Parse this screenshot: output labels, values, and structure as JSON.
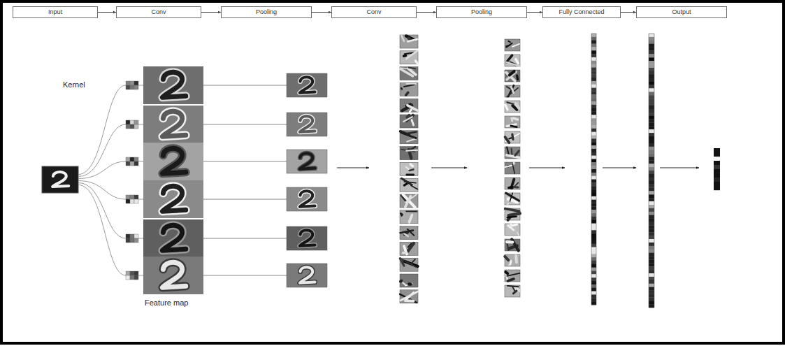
{
  "diagram": {
    "nodes": [
      {
        "text": [
          "Input"
        ]
      },
      {
        "text": [
          "Conv"
        ]
      },
      {
        "text": [
          "Pooling"
        ]
      },
      {
        "text": [
          "Conv"
        ]
      },
      {
        "text": [
          "Pooling"
        ]
      },
      {
        "text": [
          "Fully Connected"
        ]
      },
      {
        "text": [
          "Output"
        ]
      }
    ],
    "edges": [
      {
        "from": 0,
        "to": 1,
        "arrow": "to"
      },
      {
        "from": 1,
        "to": 2,
        "arrow": "to"
      },
      {
        "from": 2,
        "to": 3,
        "arrow": "to"
      },
      {
        "from": 3,
        "to": 4,
        "arrow": "to"
      },
      {
        "from": 4,
        "to": 5,
        "arrow": "to"
      },
      {
        "from": 5,
        "to": 6,
        "arrow": "to"
      }
    ],
    "labels": [
      "Kernel",
      "Feature map"
    ]
  }
}
